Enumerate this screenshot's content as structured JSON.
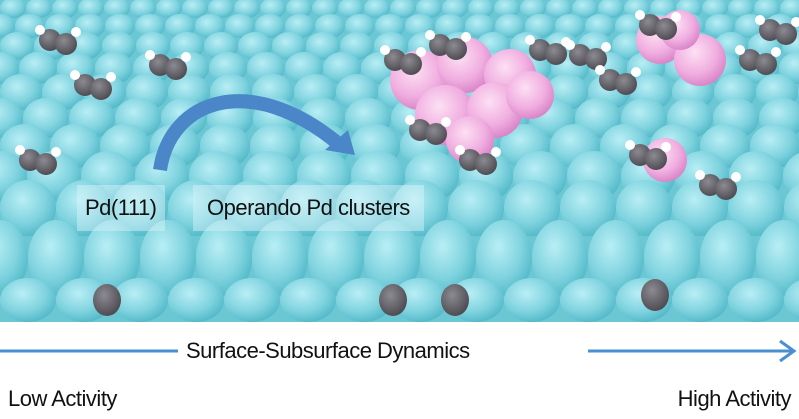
{
  "labels": {
    "surface": "Pd(111)",
    "clusters": "Operando Pd clusters"
  },
  "axis": {
    "title": "Surface-Subsurface Dynamics",
    "low": "Low Activity",
    "high": "High Activity"
  },
  "colors": {
    "substrate": "#7dd3df",
    "cluster": "#f0a8dc",
    "carbon": "#5e5c62",
    "hydrogen": "#ffffff",
    "arrow": "#4a8fd0"
  }
}
